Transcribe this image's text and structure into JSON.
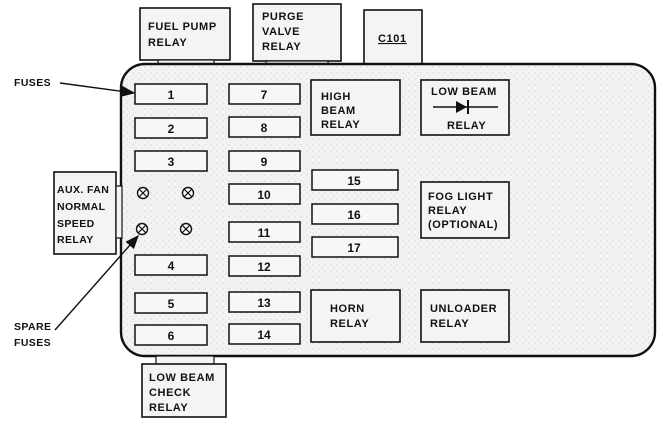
{
  "callouts": {
    "fuses": "FUSES",
    "spare_fuses": [
      "SPARE",
      "FUSES"
    ]
  },
  "top_components": {
    "fuel_pump_relay": [
      "FUEL PUMP",
      "RELAY"
    ],
    "purge_valve_relay": [
      "PURGE",
      "VALVE",
      "RELAY"
    ],
    "c101": "C101"
  },
  "left_component": {
    "aux_fan_relay": [
      "AUX. FAN",
      "NORMAL",
      "SPEED",
      "RELAY"
    ]
  },
  "bottom_component": {
    "low_beam_check_relay": [
      "LOW BEAM",
      "CHECK",
      "RELAY"
    ]
  },
  "fuses": {
    "column_1": [
      "1",
      "2",
      "3",
      "4",
      "5",
      "6"
    ],
    "column_2": [
      "7",
      "8",
      "9",
      "10",
      "11",
      "12",
      "13",
      "14"
    ],
    "column_3": [
      "15",
      "16",
      "17"
    ]
  },
  "relays": {
    "high_beam": [
      "HIGH",
      "BEAM",
      "RELAY"
    ],
    "low_beam": [
      "LOW BEAM",
      "RELAY"
    ],
    "fog_light": [
      "FOG LIGHT",
      "RELAY",
      "(OPTIONAL)"
    ],
    "horn": [
      "HORN",
      "RELAY"
    ],
    "unloader": [
      "UNLOADER",
      "RELAY"
    ]
  }
}
